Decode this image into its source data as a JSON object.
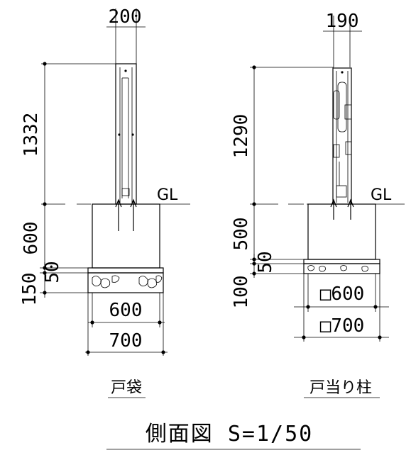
{
  "title": "側面図 S=1/50",
  "ground_label": "GL",
  "left": {
    "name": "戸袋",
    "width": "200",
    "height_above": "1332",
    "depth": "600",
    "base_thickness": "150",
    "layer": "50",
    "footing_width": "600",
    "base_width": "700"
  },
  "right": {
    "name": "戸当り柱",
    "width": "190",
    "height_above": "1290",
    "depth": "500",
    "base_thickness": "100",
    "layer": "50",
    "footing_width": "□600",
    "base_width": "□700"
  }
}
